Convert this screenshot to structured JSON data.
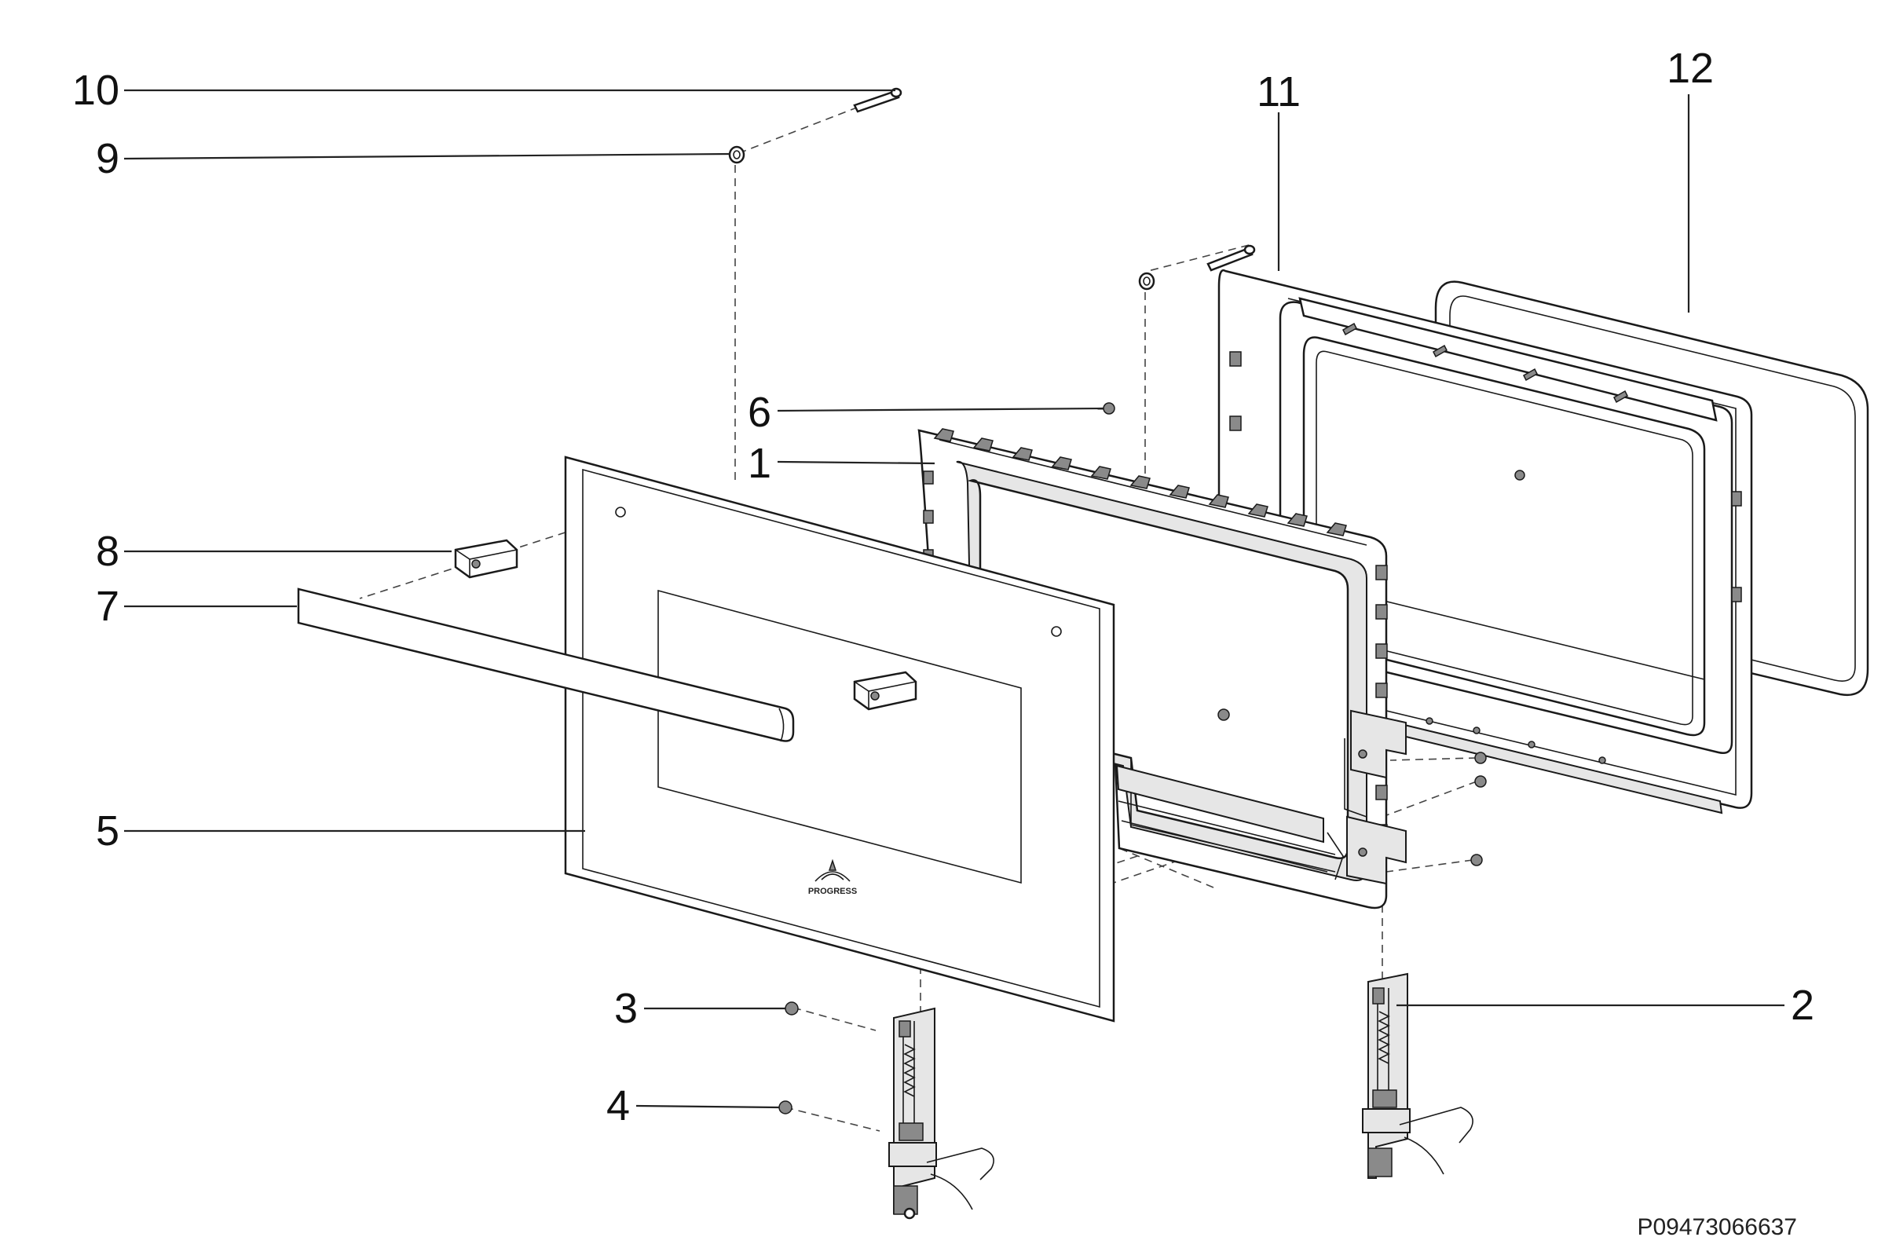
{
  "callouts": [
    {
      "id": "1",
      "label": "1"
    },
    {
      "id": "2",
      "label": "2"
    },
    {
      "id": "3",
      "label": "3"
    },
    {
      "id": "4",
      "label": "4"
    },
    {
      "id": "5",
      "label": "5"
    },
    {
      "id": "6",
      "label": "6"
    },
    {
      "id": "7",
      "label": "7"
    },
    {
      "id": "8",
      "label": "8"
    },
    {
      "id": "9",
      "label": "9"
    },
    {
      "id": "10",
      "label": "10"
    },
    {
      "id": "11",
      "label": "11"
    },
    {
      "id": "12",
      "label": "12"
    }
  ],
  "drawing_code": "P09473066637",
  "logo_text": "PROGRESS"
}
